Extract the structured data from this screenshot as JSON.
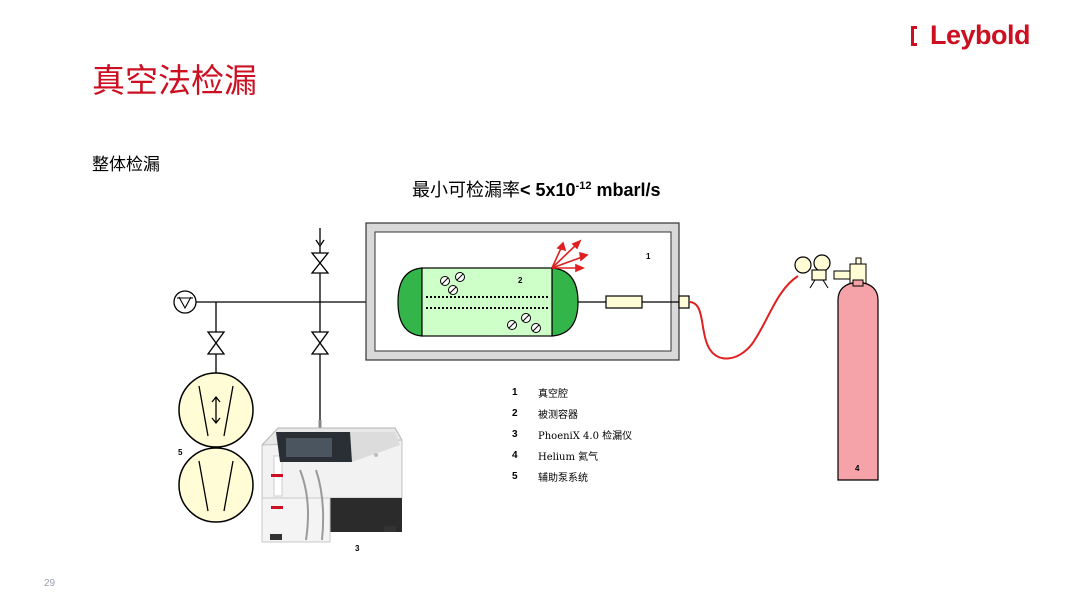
{
  "brand": {
    "logo_text": "Leybold",
    "accent": "#cc1022"
  },
  "title": "真空法检漏",
  "subtitle": "整体检漏",
  "leak_rate": {
    "label": "最小可检漏率",
    "value": "< 5x10",
    "exponent": "-12",
    "unit": " mbarl/s"
  },
  "legend": [
    {
      "num": "1",
      "text": "真空腔"
    },
    {
      "num": "2",
      "text": "被测容器"
    },
    {
      "num": "3",
      "text": "PhoeniX  4.0 检漏仪"
    },
    {
      "num": "4",
      "text": "Helium 氦气"
    },
    {
      "num": "5",
      "text": "辅助泵系统"
    }
  ],
  "tags": {
    "chamber": "1",
    "vessel": "2",
    "detector": "3",
    "cylinder": "4",
    "pump": "5"
  },
  "page_number": "29",
  "colors": {
    "vessel": "#33b54a",
    "vessel_inner": "#cfffc8",
    "cylinder": "#f5a3a8",
    "hose": "#e02020",
    "pump": "#fffcd6"
  }
}
